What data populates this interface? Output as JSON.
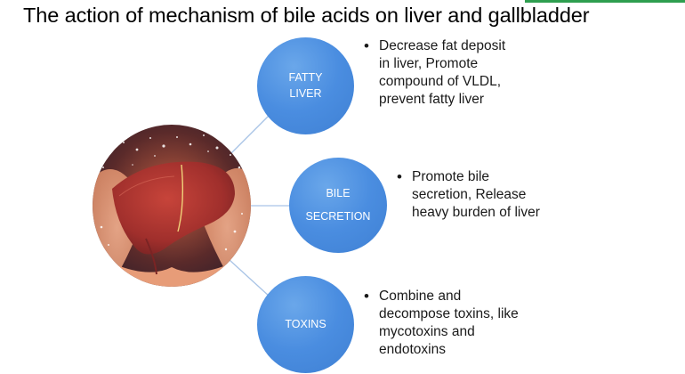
{
  "title": "The action of mechanism of bile acids on liver and gallbladder",
  "colors": {
    "bubble": "#4a8de0",
    "connector": "#a9c4e6",
    "accent_bar": "#2e9e4f"
  },
  "illustration": {
    "icon": "liver-in-hands-image"
  },
  "mechanisms": [
    {
      "label_lines": [
        "FATTY",
        "LIVER"
      ],
      "bullet": "Decrease fat deposit in liver, Promote compound of VLDL, prevent fatty liver"
    },
    {
      "label_lines": [
        "BILE",
        "SECRETION"
      ],
      "bullet": "Promote bile secretion, Release heavy burden of liver"
    },
    {
      "label_lines": [
        "TOXINS"
      ],
      "bullet": "Combine and decompose toxins, like mycotoxins and endotoxins"
    }
  ]
}
